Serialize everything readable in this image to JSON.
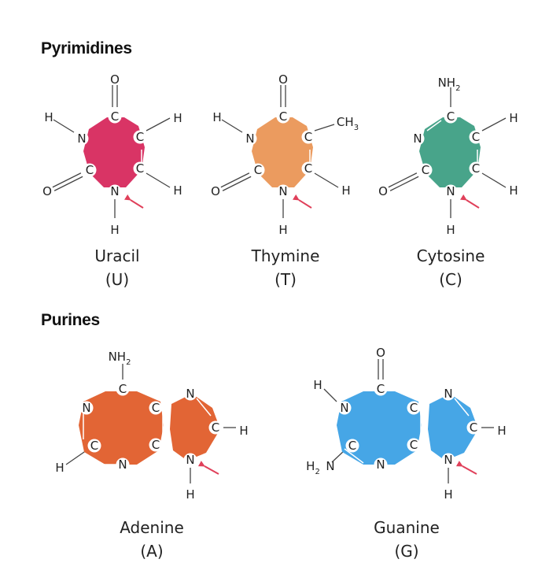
{
  "sections": {
    "pyrimidines_title": "Pyrimidines",
    "purines_title": "Purines"
  },
  "molecules": {
    "uracil": {
      "name": "Uracil",
      "symbol": "(U)",
      "color": "#d93465"
    },
    "thymine": {
      "name": "Thymine",
      "symbol": "(T)",
      "color": "#eb9b5f",
      "methyl_label": "CH"
    },
    "cytosine": {
      "name": "Cytosine",
      "symbol": "(C)",
      "color": "#48a48a",
      "amino_label": "NH"
    },
    "adenine": {
      "name": "Adenine",
      "symbol": "(A)",
      "color": "#e26535",
      "amino_label": "NH"
    },
    "guanine": {
      "name": "Guanine",
      "symbol": "(G)",
      "color": "#46a6e6",
      "amino_label": "H"
    }
  },
  "atoms": {
    "carbon": "C",
    "nitrogen": "N",
    "oxygen": "O",
    "hydrogen": "H",
    "subscript_2": "2",
    "subscript_3": "3"
  },
  "arrow_color": "#e0405a"
}
